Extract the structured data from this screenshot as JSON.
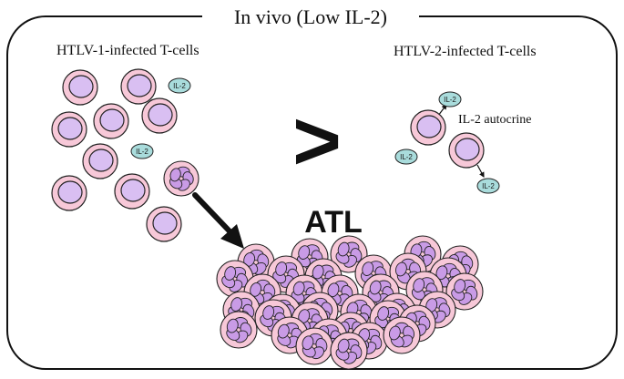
{
  "title": "In vivo (Low IL-2)",
  "left_label": "HTLV-1-infected T-cells",
  "right_label": "HTLV-2-infected T-cells",
  "autocrine_label": "IL-2 autocrine",
  "comparison_symbol": ">",
  "tumor_label": "ATL",
  "il2_label": "IL-2",
  "colors": {
    "cell_outer": "#f7c8d8",
    "cell_inner": "#d9bff2",
    "lobe": "#c99be6",
    "il2_fill": "#a9dcdc",
    "outline": "#222222"
  }
}
